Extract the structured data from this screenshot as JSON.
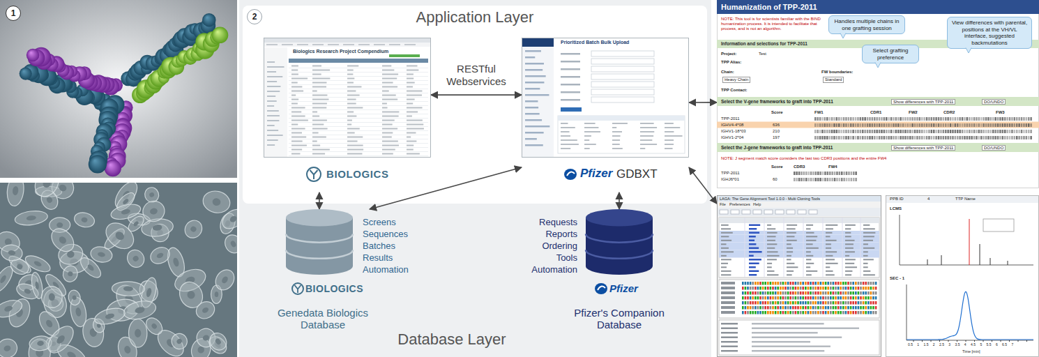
{
  "diagram": {
    "nodes": [
      {
        "text": [
          "Application Layer"
        ]
      },
      {
        "text": [
          "Database Layer"
        ]
      },
      {
        "text": [
          "Biologics Research Project Compendium",
          "BIOLOGICS"
        ],
        "in": 0
      },
      {
        "text": [
          "Prioritized Batch Bulk Upload",
          "Pfizer",
          "GDBXT"
        ],
        "in": 0
      },
      {
        "text": [
          "Screens Sequences Batches Results Automation",
          "BIOLOGICS",
          "Genedata Biologics Database"
        ],
        "in": 1
      },
      {
        "text": [
          "Requests Reports Ordering Tools Automation",
          "Pfizer",
          "Pfizer's Companion Database"
        ],
        "in": 1
      },
      {
        "text": [
          "Humanization of TPP-2011",
          "NOTE: This tool is for scientists familiar with the BIND humanization process. It is intended to facilitate that process, and is not an algorithm.",
          "Information and selections for TPP-2011",
          "Project:",
          "Test",
          "TPP Alias:",
          "Chain:",
          "Heavy Chain",
          "FW boundaries:",
          "Standard",
          "TPP Contact:",
          "Select the V-gene frameworks to graft into TPP-2011",
          "Show differences with TPP-2011",
          "DO/UNDO",
          "Score",
          "FW1",
          "CDR1",
          "FW2",
          "CDR2",
          "FW3",
          "TPP-2011",
          "IGHV4-4*08",
          "636",
          "IGHV1-18*03",
          "210",
          "IGHV1-2*04",
          "197",
          "Select the J-gene frameworks to graft into TPP-2011",
          "Show differences with TPP-2011",
          "DO/UNDO",
          "NOTE: J segment match score considers the last two CDR3 positions and the entire FW4",
          "Score",
          "CDR3",
          "FW4",
          "TPP-2011",
          "IGHJ6*01",
          "60"
        ]
      },
      {
        "text": [
          "Handles multiple chains in one grafting session"
        ],
        "in": 6
      },
      {
        "text": [
          "Select grafting preference"
        ],
        "in": 6
      },
      {
        "text": [
          "View differences with parental, positions at the VH/VL interface, suggested backmutations"
        ],
        "in": 6
      },
      {
        "text": [
          "LAGA: The Gene Alignment Tool 1.0.0 - Multi Cloning Tools",
          "File",
          "Preferences",
          "Help"
        ]
      },
      {
        "text": [
          "PPB ID",
          "4",
          "TTP Name",
          "LCMS",
          "SEC - 1",
          "0.5 1 1.5 2 2.5 3 3.5 4 4.5 5 5.5 6 6.5 7",
          "Time [min]"
        ]
      }
    ],
    "edges": [
      {
        "from": 2,
        "to": 3,
        "arrow": "both",
        "label": "RESTful Webservices"
      },
      {
        "from": 2,
        "to": 4,
        "arrow": "both"
      },
      {
        "from": 4,
        "to": 3,
        "arrow": "both"
      },
      {
        "from": 3,
        "to": 5,
        "arrow": "both"
      },
      {
        "from": 3,
        "to": 6,
        "arrow": "both"
      },
      {
        "from": 3,
        "to": 10,
        "arrow": "both"
      }
    ],
    "labels": [
      "1",
      "2"
    ]
  }
}
